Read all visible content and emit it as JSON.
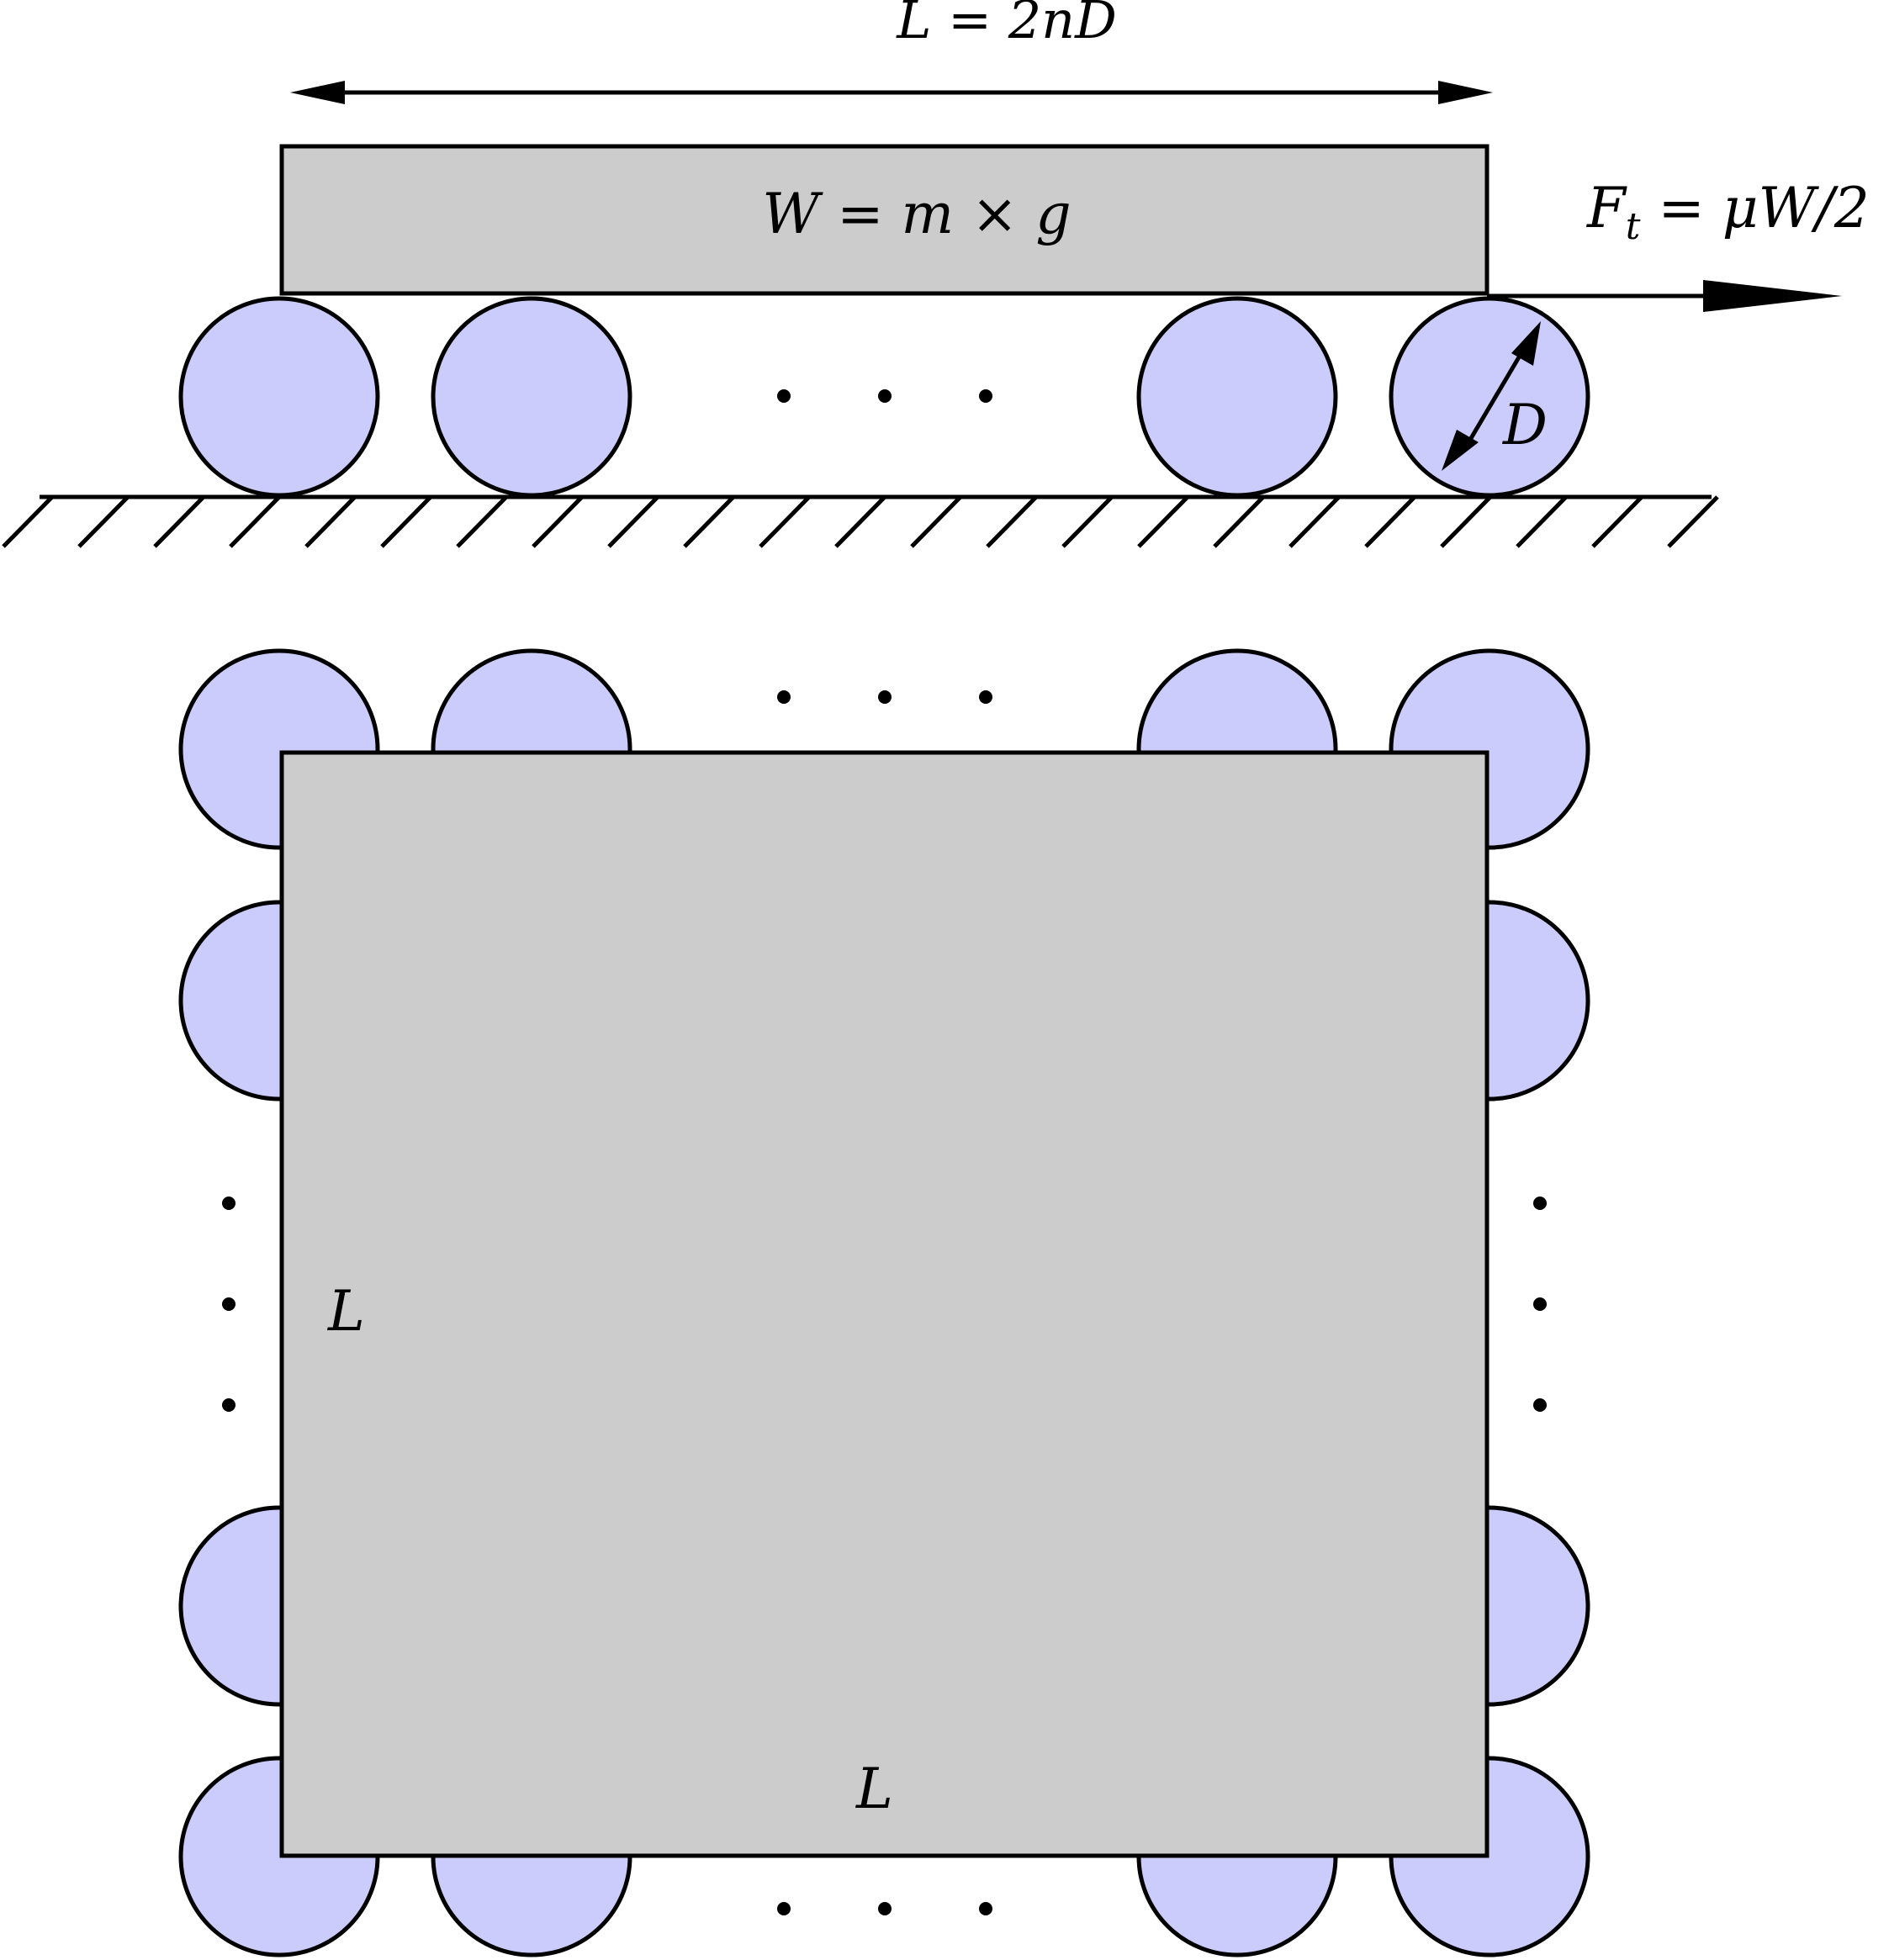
{
  "labels": {
    "length_formula": "L = 2nD",
    "weight_formula": "W = m × g",
    "force_formula": "F",
    "force_subscript": "t",
    "force_rhs": " = μW/2",
    "diameter": "D",
    "side_left": "L",
    "side_bottom": "L"
  },
  "colors": {
    "roller_fill": "#ccccfc",
    "block_fill": "#cccccc",
    "stroke": "#000000",
    "background": "#ffffff"
  },
  "icons": {
    "length_arrow": "double-headed-arrow",
    "force_arrow": "right-arrow",
    "diameter_arrow": "double-headed-arrow",
    "ground": "hatched-ground",
    "ellipsis": "dots"
  }
}
